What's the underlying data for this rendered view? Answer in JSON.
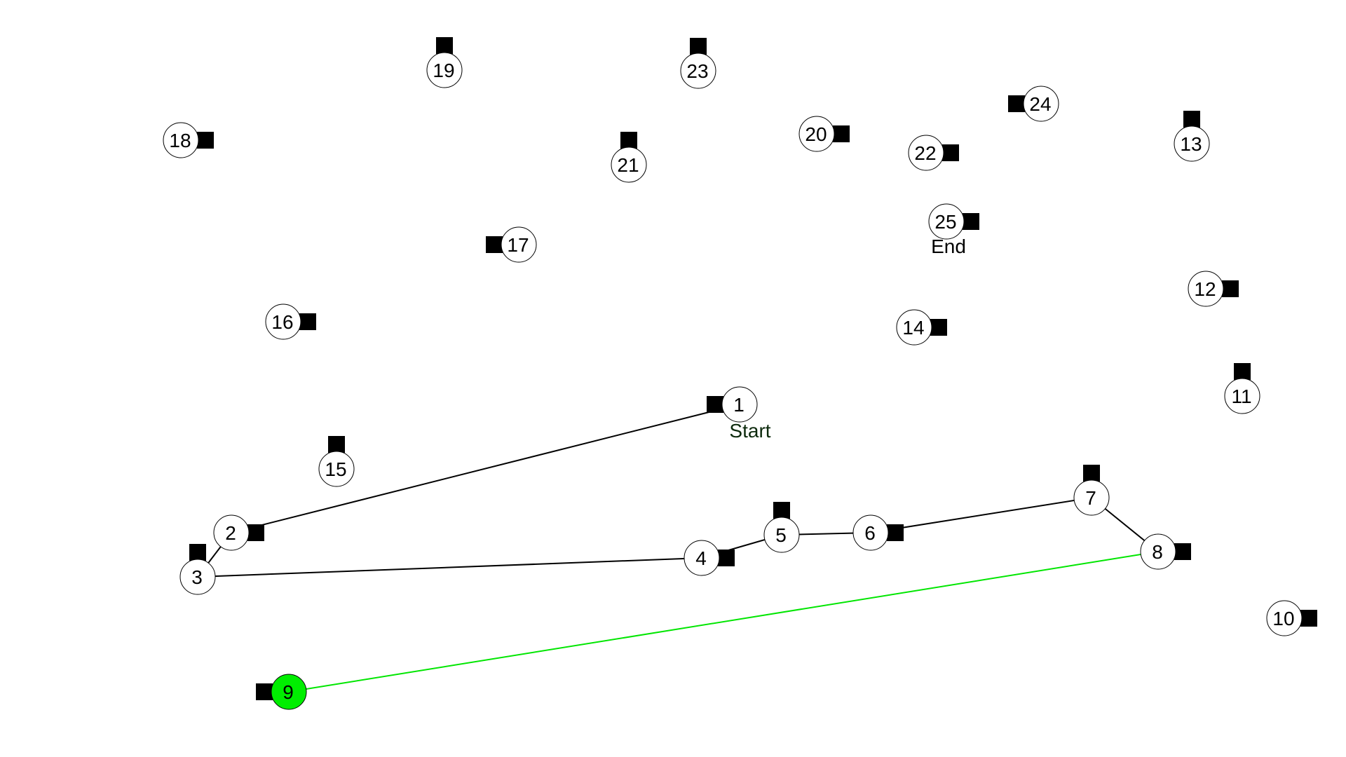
{
  "graph": {
    "nodes": [
      {
        "id": "1",
        "label": "1",
        "marker_side": "left",
        "caption": "Start"
      },
      {
        "id": "2",
        "label": "2",
        "marker_side": "right"
      },
      {
        "id": "3",
        "label": "3",
        "marker_side": "top"
      },
      {
        "id": "4",
        "label": "4",
        "marker_side": "right"
      },
      {
        "id": "5",
        "label": "5",
        "marker_side": "top"
      },
      {
        "id": "6",
        "label": "6",
        "marker_side": "right"
      },
      {
        "id": "7",
        "label": "7",
        "marker_side": "top"
      },
      {
        "id": "8",
        "label": "8",
        "marker_side": "right"
      },
      {
        "id": "9",
        "label": "9",
        "marker_side": "left",
        "highlighted": true
      },
      {
        "id": "10",
        "label": "10",
        "marker_side": "right"
      },
      {
        "id": "11",
        "label": "11",
        "marker_side": "top"
      },
      {
        "id": "12",
        "label": "12",
        "marker_side": "right"
      },
      {
        "id": "13",
        "label": "13",
        "marker_side": "top"
      },
      {
        "id": "14",
        "label": "14",
        "marker_side": "right"
      },
      {
        "id": "15",
        "label": "15",
        "marker_side": "top"
      },
      {
        "id": "16",
        "label": "16",
        "marker_side": "right"
      },
      {
        "id": "17",
        "label": "17",
        "marker_side": "left"
      },
      {
        "id": "18",
        "label": "18",
        "marker_side": "right"
      },
      {
        "id": "19",
        "label": "19",
        "marker_side": "top"
      },
      {
        "id": "20",
        "label": "20",
        "marker_side": "right"
      },
      {
        "id": "21",
        "label": "21",
        "marker_side": "top"
      },
      {
        "id": "22",
        "label": "22",
        "marker_side": "right"
      },
      {
        "id": "23",
        "label": "23",
        "marker_side": "top"
      },
      {
        "id": "24",
        "label": "24",
        "marker_side": "left"
      },
      {
        "id": "25",
        "label": "25",
        "marker_side": "right",
        "caption": "End"
      }
    ],
    "path": [
      "1",
      "2",
      "3",
      "4",
      "5",
      "6",
      "7",
      "8"
    ],
    "active_edge": [
      "8",
      "9"
    ],
    "colors": {
      "path_edge": "#000000",
      "active_edge": "#00e600",
      "highlight_fill": "#00ee00",
      "node_stroke": "#000000",
      "marker_fill": "#000000",
      "start_caption": "#0d2a0d",
      "end_caption": "#000000"
    }
  }
}
